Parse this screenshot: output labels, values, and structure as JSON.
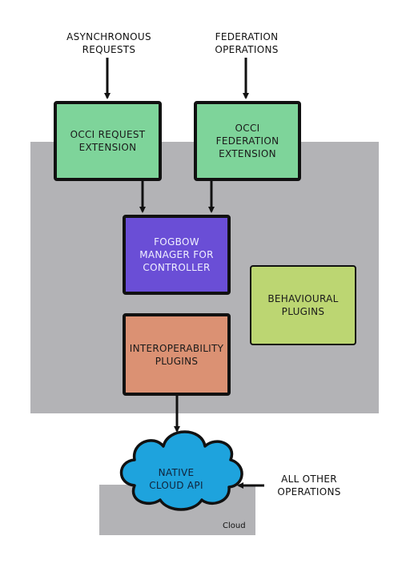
{
  "top_labels": {
    "async": "ASYNCHRONOUS\nREQUESTS",
    "federation": "FEDERATION\nOPERATIONS"
  },
  "boxes": {
    "occi_request": "OCCI REQUEST\nEXTENSION",
    "occi_federation": "OCCI FEDERATION\nEXTENSION",
    "fogbow_manager": "FOGBOW\nMANAGER FOR\nCONTROLLER",
    "behavioural": "BEHAVIOURAL\nPLUGINS",
    "interoperability": "INTEROPERABILITY\nPLUGINS"
  },
  "cloud": {
    "api_label": "NATIVE\nCLOUD API",
    "panel_label": "Cloud"
  },
  "side_label": "ALL OTHER\nOPERATIONS",
  "colors": {
    "panel": "#b3b3b6",
    "green": "#7ed49a",
    "purple": "#6a4ed6",
    "lime": "#bcd672",
    "salmon": "#db9173",
    "cloud": "#1ea3dd"
  }
}
